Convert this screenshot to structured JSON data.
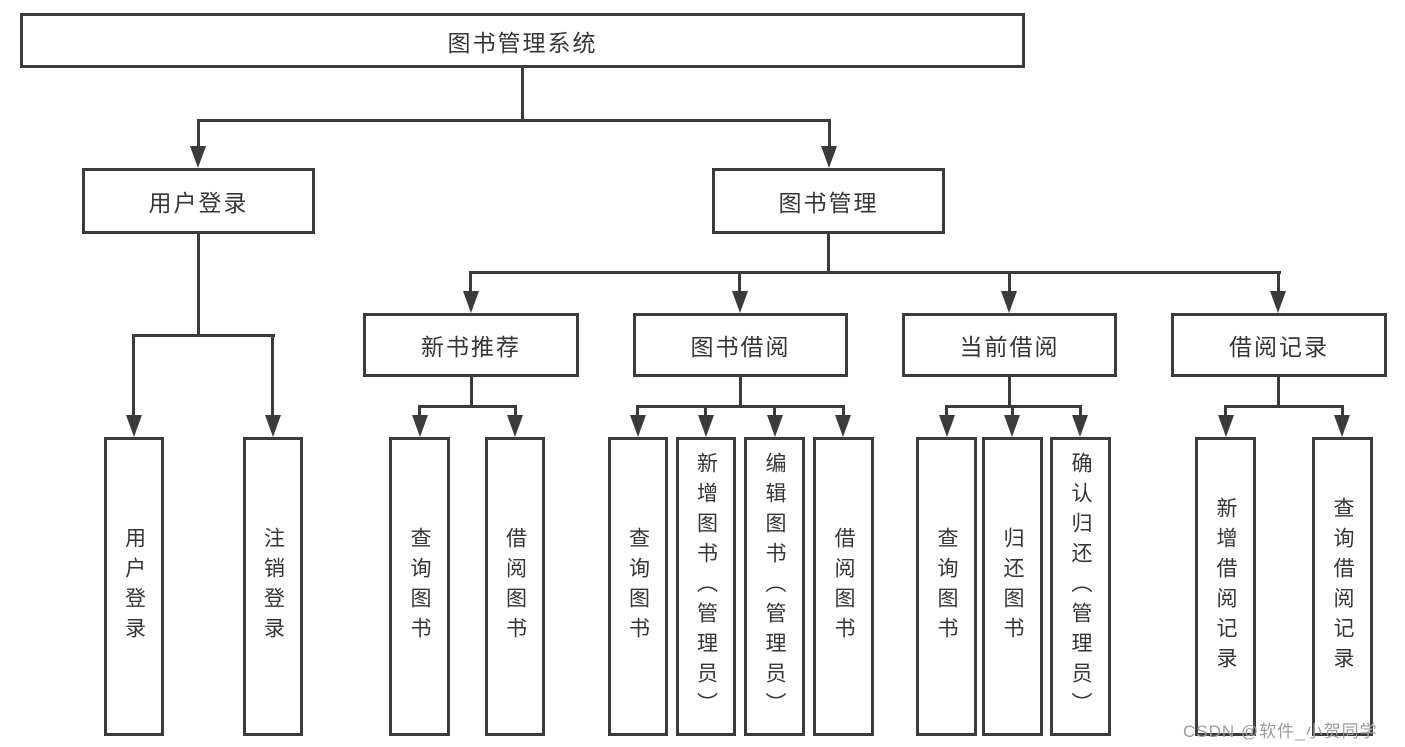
{
  "tree": {
    "root": "图书管理系统",
    "branches": [
      {
        "label": "用户登录",
        "children": [
          "用户登录",
          "注销登录"
        ]
      },
      {
        "label": "图书管理",
        "children": [
          {
            "label": "新书推荐",
            "children": [
              "查询图书",
              "借阅图书"
            ]
          },
          {
            "label": "图书借阅",
            "children": [
              "查询图书",
              "新增图书（管理员）",
              "编辑图书（管理员）",
              "借阅图书"
            ]
          },
          {
            "label": "当前借阅",
            "children": [
              "查询图书",
              "归还图书",
              "确认归还（管理员）"
            ]
          },
          {
            "label": "借阅记录",
            "children": [
              "新增借阅记录",
              "查询借阅记录"
            ]
          }
        ]
      }
    ]
  },
  "watermark": "CSDN @软件_小贺同学",
  "colors": {
    "line": "#3b3b3b",
    "text": "#363636",
    "background": "#ffffff",
    "watermark": "#9c9c9c"
  }
}
